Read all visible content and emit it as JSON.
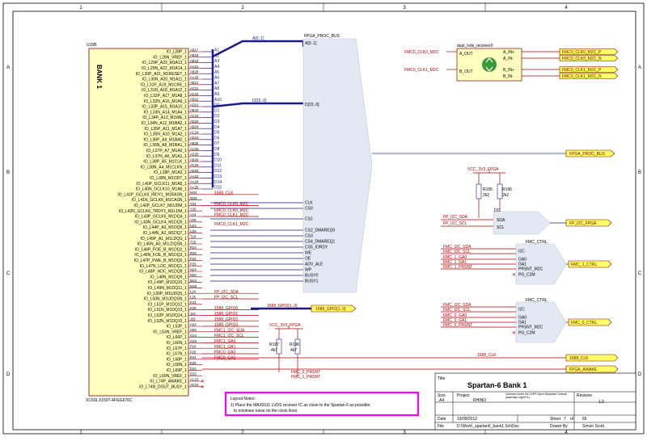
{
  "zones": {
    "cols": [
      "1",
      "2",
      "3",
      "4"
    ],
    "rows": [
      "A",
      "B",
      "C",
      "D"
    ]
  },
  "chip": {
    "ref": "U15B",
    "bank": "BANK 1",
    "part": "XC6SLX150T-4FGG676C",
    "left_pins": [
      "IO_L28P_1",
      "IO_L28N_VREF_1",
      "IO_L29P_A23_M1A13_1",
      "IO_L29N_A22_M1A14_1",
      "IO_L30P_A21_M1RESET_1",
      "IO_L30N_A20_M1A11_1",
      "IO_L31P_A19_M1CKE_1",
      "IO_L31N_A18_M1A12_1",
      "IO_L32P_A17_M1A8_1",
      "IO_L32N_A16_M1A9_1",
      "IO_L33P_A15_M1A10_1",
      "IO_L33N_A14_M1A4_1",
      "IO_L34P_A13_M1WE_1",
      "IO_L34N_A12_M1BA2_1",
      "IO_L35P_A11_M1A7_1",
      "IO_L35N_A10_M1A2_1",
      "IO_L36P_A9_M1BA0_1",
      "IO_L36N_A8_M1BA1_1",
      "IO_L37P_A7_M1A0_1",
      "IO_L37N_A6_M1A1_1",
      "IO_L38P_A5_M1CLK_1",
      "IO_L38N_A4_M1CLKN_1",
      "IO_L39P_M1A3_1",
      "IO_L39N_M1ODT_1",
      "IO_L40P_GCLK11_M1A5_1",
      "IO_L40N_GCLK10_M1A6_1",
      "IO_L41P_GCLK9_IRDY1_M1RASN_1",
      "IO_L41N_GCLK8_M1CASN_1",
      "IO_L42P_GCLK7_M1UDM_1",
      "IO_L42N_GCLK6_TRDY1_M1LDM_1",
      "IO_L43P_GCLK5_M1DQ4_1",
      "IO_L43N_GCLK4_M1DQ5_1",
      "IO_L44P_A3_M1DQ6_1",
      "IO_L44N_A2_M1DQ7_1",
      "IO_L45P_A1_M1LDQS_1",
      "IO_L45N_A0_M1LDQSN_1",
      "IO_L46P_FOE_B_M1DQ2_1",
      "IO_L46N_FOE_B_M1DQ3_1",
      "IO_L47P_FWE_B_M1DQ0_1",
      "IO_L47N_LDC_M1DQ1_1",
      "IO_L48P_HDC_M1DQ8_1",
      "IO_L48N_M1DQ9_1",
      "IO_L49P_M1DQ10_1",
      "IO_L49N_M1DQ11_1",
      "IO_L50P_M1UDQS_1",
      "IO_L50N_M1UDQSN_1",
      "IO_L51P_M1DQ12_1",
      "IO_L51N_M1DQ13_1",
      "IO_L52P_M1DQ14_1",
      "IO_L52N_M1DQ15_1",
      "IO_L53P_1",
      "IO_L53N_VREF_1",
      "IO_L66P_1",
      "IO_L66N_1",
      "IO_L67P_1",
      "IO_L67N_1",
      "IO_L68P_1",
      "IO_L68N_1",
      "IO_L69P_1",
      "IO_L69N_VREF_1",
      "IO_L74P_AWAKE_1",
      "IO_L74N_DOUT_BUSY_1"
    ],
    "balls": [
      "AB17",
      "AB18",
      "AB19",
      "AA21",
      "AB20",
      "AA20",
      "AB21",
      "AC21",
      "AC22",
      "AB22",
      "AD21",
      "AB23",
      "AC23",
      "AD23",
      "AB24",
      "AC24",
      "AD24",
      "AB25",
      "AC25",
      "AD25",
      "AB26",
      "AC26",
      "AD26",
      "AA23",
      "AA24",
      "AA25",
      "W24",
      "W25",
      "Y24",
      "Y25",
      "V24",
      "V25",
      "U24",
      "U25",
      "T24",
      "T25",
      "R24",
      "R25",
      "P24",
      "P25",
      "N24",
      "N25",
      "M24",
      "M25",
      "L24",
      "L25",
      "K24",
      "K25",
      "J24",
      "J25",
      "H24",
      "H25",
      "G24",
      "G25",
      "F24",
      "F25",
      "E24",
      "E25",
      "D24",
      "D25",
      "AC23",
      "AC24"
    ]
  },
  "bank_nets": [
    "A1",
    "A2",
    "A3",
    "A4",
    "A5",
    "A6",
    "A7",
    "A8",
    "A9",
    "A10",
    "D0",
    "D1",
    "D2",
    "D3",
    "D4",
    "D5",
    "D6",
    "D7",
    "D8",
    "D9",
    "D10",
    "D11",
    "D12",
    "D13",
    "D14",
    "D15",
    "1588_CLK",
    "",
    "FMC0_CLK0_M2C",
    "",
    "FMC0_CLK1_M2C",
    "",
    "",
    "",
    "",
    "",
    "",
    "",
    "",
    "",
    "",
    "",
    "",
    "",
    "FP_I2C_SDA",
    "FP_I2C_SCL",
    "",
    "1588_GPIO0",
    "1588_GPIO1",
    "1588_GPIO2",
    "1588_GPIO3",
    "FMC1_I2C_SDA",
    "FMC1_I2C_SCL",
    "FMC1_GA0",
    "FMC1_GA1",
    "FMC0_GA0",
    "FMC0_GA1",
    "",
    "",
    "",
    "",
    ""
  ],
  "bus_labels": {
    "addr_bus": "A[0..1]",
    "data_bus": "D[15..0]",
    "gpio_bus": "1588_GPIO[1..0]"
  },
  "fpga_bus": {
    "title": "FPGA_PROC_BUS",
    "group_a": "A[0..1]",
    "group_d": "D[15..0]",
    "signals": [
      "CLK",
      "CS0",
      "CS1",
      "CS2_DMAREQ0",
      "CS3",
      "CS4_DMAREQ1",
      "CS5_IORDY",
      "WE",
      "OE",
      "ADV_ALE",
      "WP",
      "BUSY0",
      "BUSY1"
    ],
    "port": "FPGA_PROC_BUS"
  },
  "receiver": {
    "title": "dual_lvds_receiver0",
    "a_out": "A_OUT",
    "b_out": "B_OUT",
    "a_pins": [
      "A_IN+",
      "A_IN-"
    ],
    "b_pins": [
      "B_IN+",
      "B_IN-"
    ],
    "in_a": "FMC0_CLK0_M2C",
    "in_b": "FMC0_CLK1_M2C",
    "ports": [
      "FMC0_CLK0_M2C_P",
      "FMC0_CLK0_M2C_N",
      "FMC0_CLK1_M2C_P",
      "FMC0_CLK1_M2C_N"
    ]
  },
  "vcc_net": "VCC_3V3_FPGA",
  "resistors": [
    {
      "ref": "R195",
      "val": "2k2"
    },
    {
      "ref": "R196",
      "val": "2k2"
    },
    {
      "ref": "R197",
      "val": "4k7"
    },
    {
      "ref": "R198",
      "val": "4k7"
    }
  ],
  "dc_block": {
    "title": "DC",
    "pins": [
      "SDA",
      "SCL"
    ],
    "nets": [
      "FP_I2C_SDA",
      "FP_I2C_SCL"
    ],
    "port": "FP_I2C_FPGA"
  },
  "fmc1": {
    "title": "FMC_CTRL",
    "pins": [
      "I2C",
      "GA0",
      "GA1",
      "PRSNT_M2C",
      "PG_C2M"
    ],
    "nets": [
      "FMC_I2C_SDA",
      "FMC_I2C_SCL",
      "FMC_1_GA0",
      "FMC_1_GA1",
      "FMC_1_PRSNT"
    ],
    "port": "FMC_1_CTRL"
  },
  "fmc0": {
    "title": "FMC_CTRL",
    "pins": [
      "I2C",
      "GA0",
      "GA1",
      "PRSNT_M2C",
      "PG_C2M"
    ],
    "nets": [
      "FMC_I2C_SDA",
      "FMC_I2C_SCL",
      "FMC_0_GA0",
      "FMC_0_GA1",
      "FMC_0_PRSNT"
    ],
    "port": "FMC_0_CTRL"
  },
  "prsnt_nets": [
    "FMC_0_PRSNT",
    "FMC_1_PRSNT"
  ],
  "right_ports": {
    "clk_net": "1588_CLK",
    "clk_port": "1588_CLK",
    "awake_port": "FPGA_AWAKE",
    "gpio_port": "1588_GPIO[1..0]"
  },
  "notes": {
    "heading": "Layout Notes:",
    "line1": "1) Place the MAX9111 LVDS receiver IC as close to the Spartan-6 as possible,",
    "line2": "to minimise noise on the clock lines"
  },
  "title_block": {
    "title_label": "Title",
    "title": "Spartan-6 Bank 1",
    "size_label": "Size",
    "size": "A4",
    "project_label": "Project",
    "project": "RHINO",
    "license": "Licensed under the TAPR Open Hardware License (www.tapr.org/OHL)",
    "revision_label": "Revision",
    "revision": "1.0",
    "date_label": "Date",
    "date": "19/09/2012",
    "sheet_label": "Sheet",
    "sheet": "7",
    "of_label": "of",
    "of": "65",
    "file_label": "File",
    "file": "D:\\Work\\_spartan6_bank1.SchDoc",
    "drawn_label": "Drawn By",
    "drawn": "Simon Scott"
  }
}
